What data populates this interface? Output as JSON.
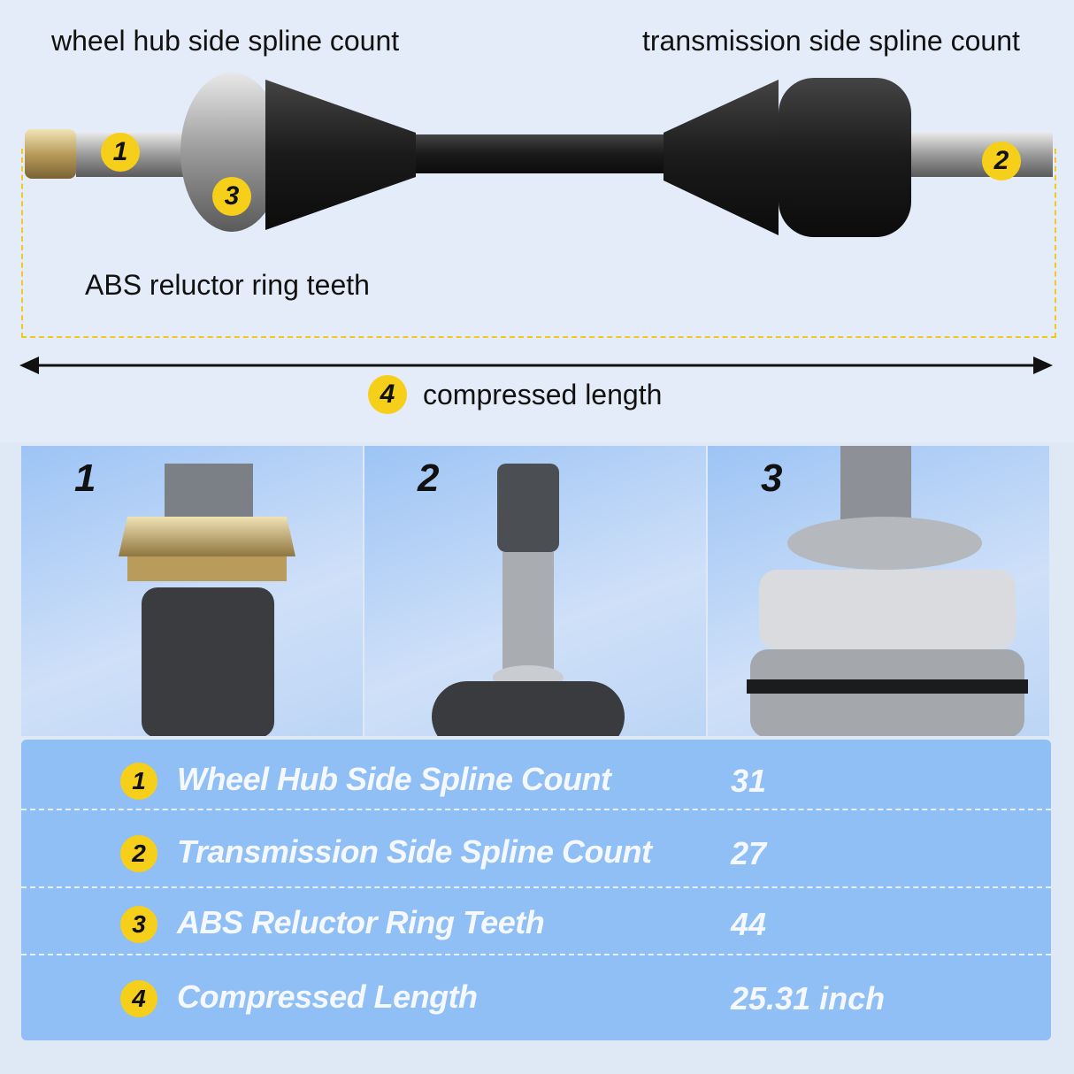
{
  "labels": {
    "wheel_hub": "wheel hub side spline count",
    "transmission": "transmission side spline count",
    "abs": "ABS reluctor ring teeth",
    "compressed": "compressed length"
  },
  "badges": [
    "1",
    "2",
    "3",
    "4"
  ],
  "panels": [
    "1",
    "2",
    "3"
  ],
  "specs": [
    {
      "num": "1",
      "label": "Wheel Hub Side Spline Count",
      "value": "31"
    },
    {
      "num": "2",
      "label": "Transmission Side Spline Count",
      "value": "27"
    },
    {
      "num": "3",
      "label": "ABS Reluctor Ring Teeth",
      "value": "44"
    },
    {
      "num": "4",
      "label": "Compressed Length",
      "value": "25.31 inch"
    }
  ],
  "colors": {
    "badge": "#f6cf1b",
    "table_bg": "#8fbff5",
    "dash": "#f2c81f"
  }
}
